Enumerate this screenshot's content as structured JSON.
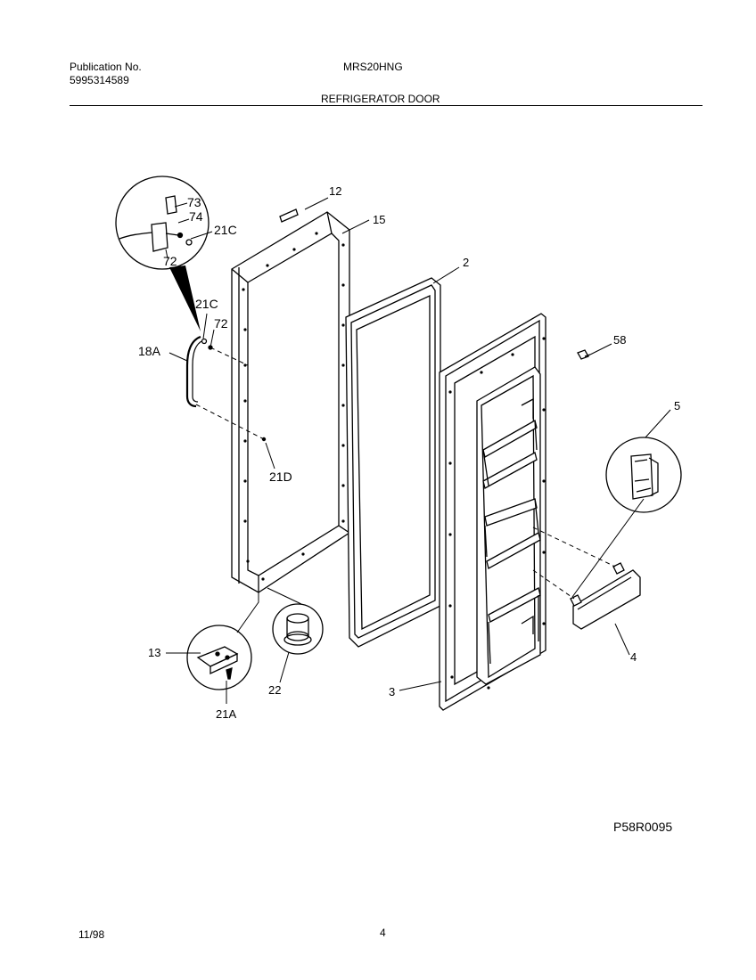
{
  "header": {
    "publication_label": "Publication No.",
    "publication_number": "5995314589",
    "model": "MRS20HNG",
    "section_title": "REFRIGERATOR DOOR"
  },
  "callouts": {
    "c12": "12",
    "c15": "15",
    "c2": "2",
    "c58": "58",
    "c5": "5",
    "c4": "4",
    "c3": "3",
    "c73": "73",
    "c74": "74",
    "c21c_top": "21C",
    "c72_top": "72",
    "c21c": "21C",
    "c72": "72",
    "c18a": "18A",
    "c21d": "21D",
    "c13": "13",
    "c22": "22",
    "c21a": "21A"
  },
  "footer": {
    "diagram_code": "P58R0095",
    "date": "11/98",
    "page": "4"
  }
}
